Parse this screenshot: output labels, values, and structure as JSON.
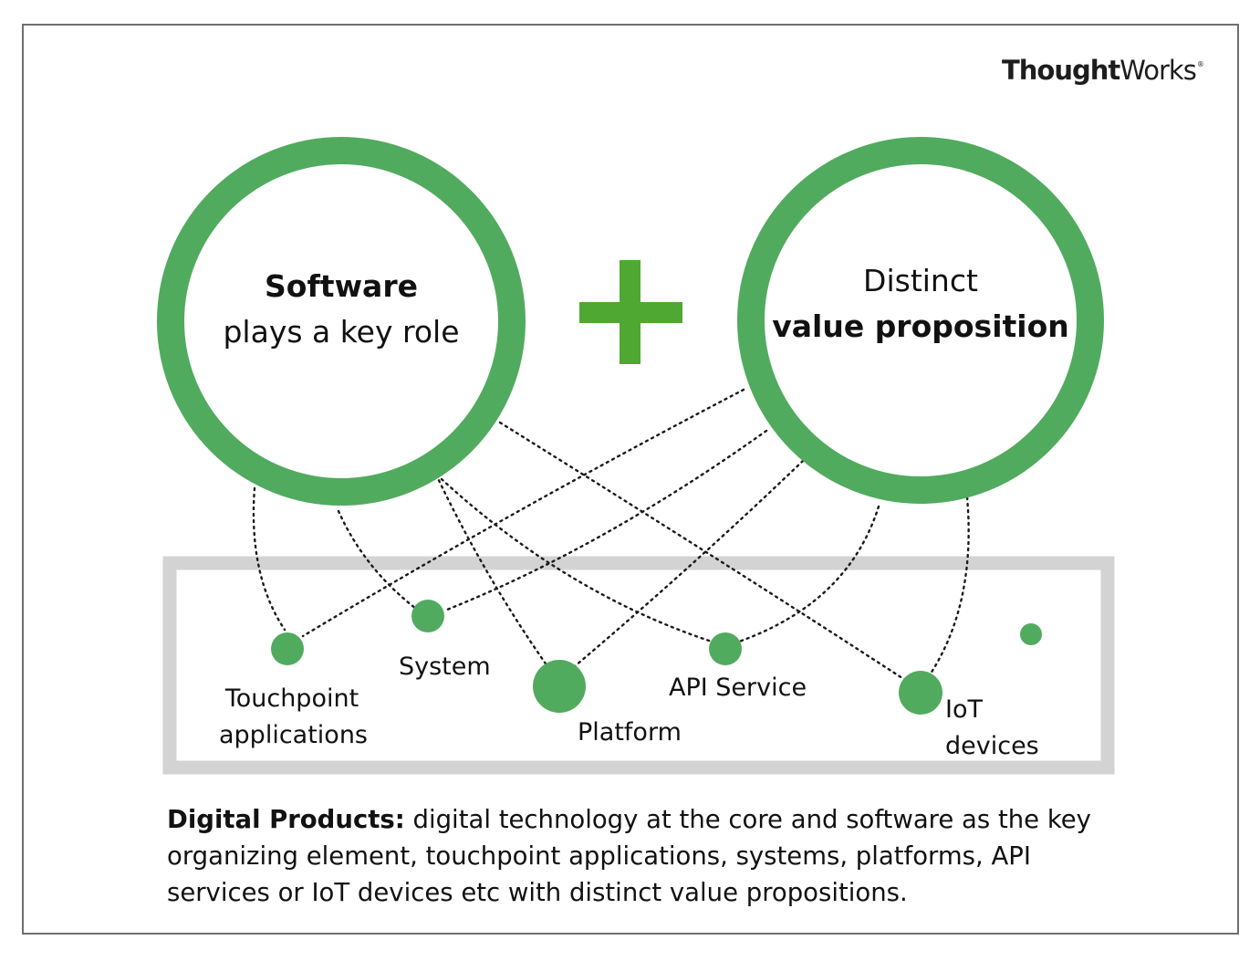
{
  "logo": {
    "bold": "Thought",
    "regular": "Works",
    "mark": "®"
  },
  "left_circle": {
    "line1": "Software",
    "line2": "plays a key role"
  },
  "right_circle": {
    "line1": "Distinct",
    "line2": "value proposition"
  },
  "plus_symbol": "+",
  "nodes": {
    "touchpoint": {
      "line1": "Touchpoint",
      "line2": "applications"
    },
    "system": "System",
    "platform": "Platform",
    "api": "API Service",
    "iot": {
      "line1": "IoT",
      "line2": "devices"
    }
  },
  "caption": {
    "bold": "Digital Products:",
    "text": " digital technology at the core and software as the key organizing element, touchpoint applications, systems, platforms, API services or IoT devices etc with distinct value propositions."
  },
  "colors": {
    "circle": "#51ab5e",
    "plus": "#4fa832",
    "box": "#d3d3d3",
    "node": "#51ab5e"
  }
}
